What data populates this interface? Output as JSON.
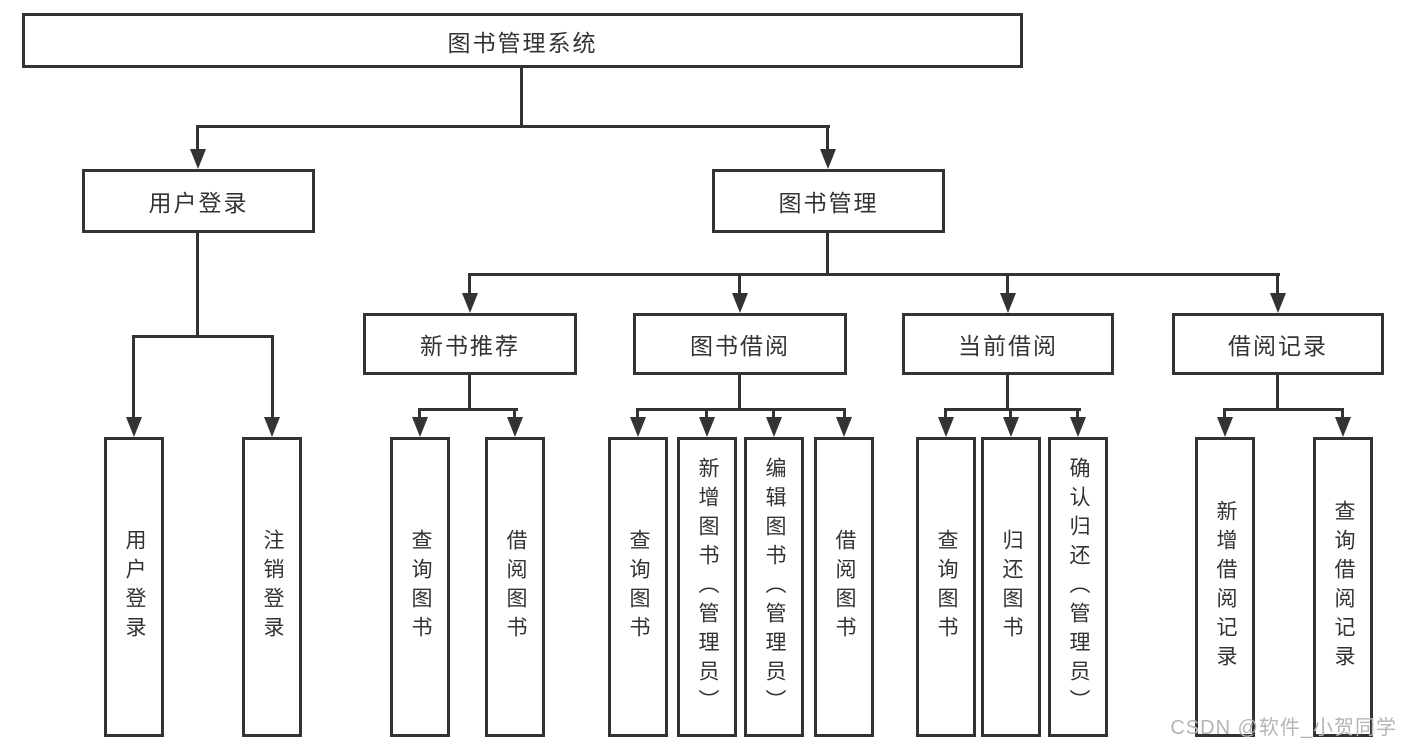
{
  "diagram": {
    "title_node": "图书管理系统",
    "root": {
      "label": "图书管理系统"
    },
    "branches": [
      {
        "label": "用户登录",
        "children": [
          {
            "label": "用户登录"
          },
          {
            "label": "注销登录"
          }
        ]
      },
      {
        "label": "图书管理",
        "children": [
          {
            "label": "新书推荐",
            "children": [
              {
                "label": "查询图书"
              },
              {
                "label": "借阅图书"
              }
            ]
          },
          {
            "label": "图书借阅",
            "children": [
              {
                "label": "查询图书"
              },
              {
                "label": "新增图书（管理员）"
              },
              {
                "label": "编辑图书（管理员）"
              },
              {
                "label": "借阅图书"
              }
            ]
          },
          {
            "label": "当前借阅",
            "children": [
              {
                "label": "查询图书"
              },
              {
                "label": "归还图书"
              },
              {
                "label": "确认归还（管理员）"
              }
            ]
          },
          {
            "label": "借阅记录",
            "children": [
              {
                "label": "新增借阅记录"
              },
              {
                "label": "查询借阅记录"
              }
            ]
          }
        ]
      }
    ]
  },
  "watermark": {
    "text": "CSDN @软件_小贺同学"
  },
  "colors": {
    "line": "#333333",
    "box_border": "#333333",
    "box_fill": "#ffffff",
    "text": "#333333",
    "watermark": "#b5b5b5",
    "background": "#ffffff"
  }
}
